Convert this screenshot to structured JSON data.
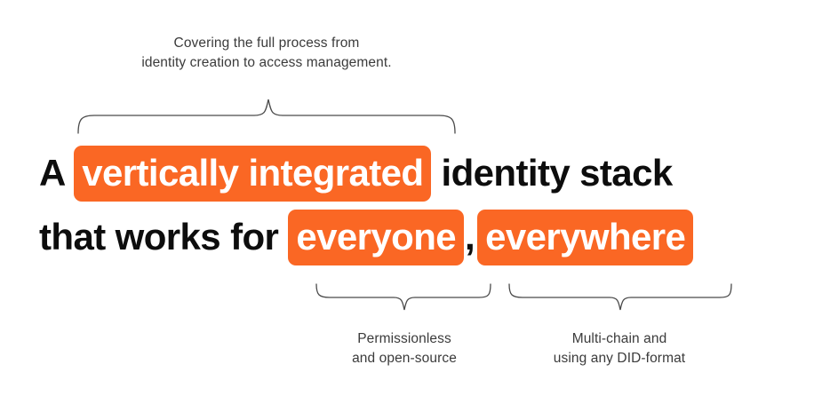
{
  "colors": {
    "highlight": "#fa6724",
    "highlight_text": "#ffffff",
    "headline_text": "#0d0d0d",
    "annotation_text": "#3b3b3b",
    "background": "#ffffff",
    "brace_stroke": "#4a4a4a"
  },
  "headline": {
    "line1": {
      "prefix": "A ",
      "highlight": "vertically integrated",
      "suffix": " identity stack"
    },
    "line2": {
      "prefix": "that works for ",
      "highlight_a": "everyone",
      "separator": ",",
      "highlight_b": "everywhere"
    }
  },
  "annotations": {
    "top": {
      "line1": "Covering the full process from",
      "line2": "identity creation to access management."
    },
    "bottom_left": {
      "line1": "Permissionless",
      "line2": "and open-source"
    },
    "bottom_right": {
      "line1": "Multi-chain and",
      "line2": "using any DID-format"
    }
  }
}
